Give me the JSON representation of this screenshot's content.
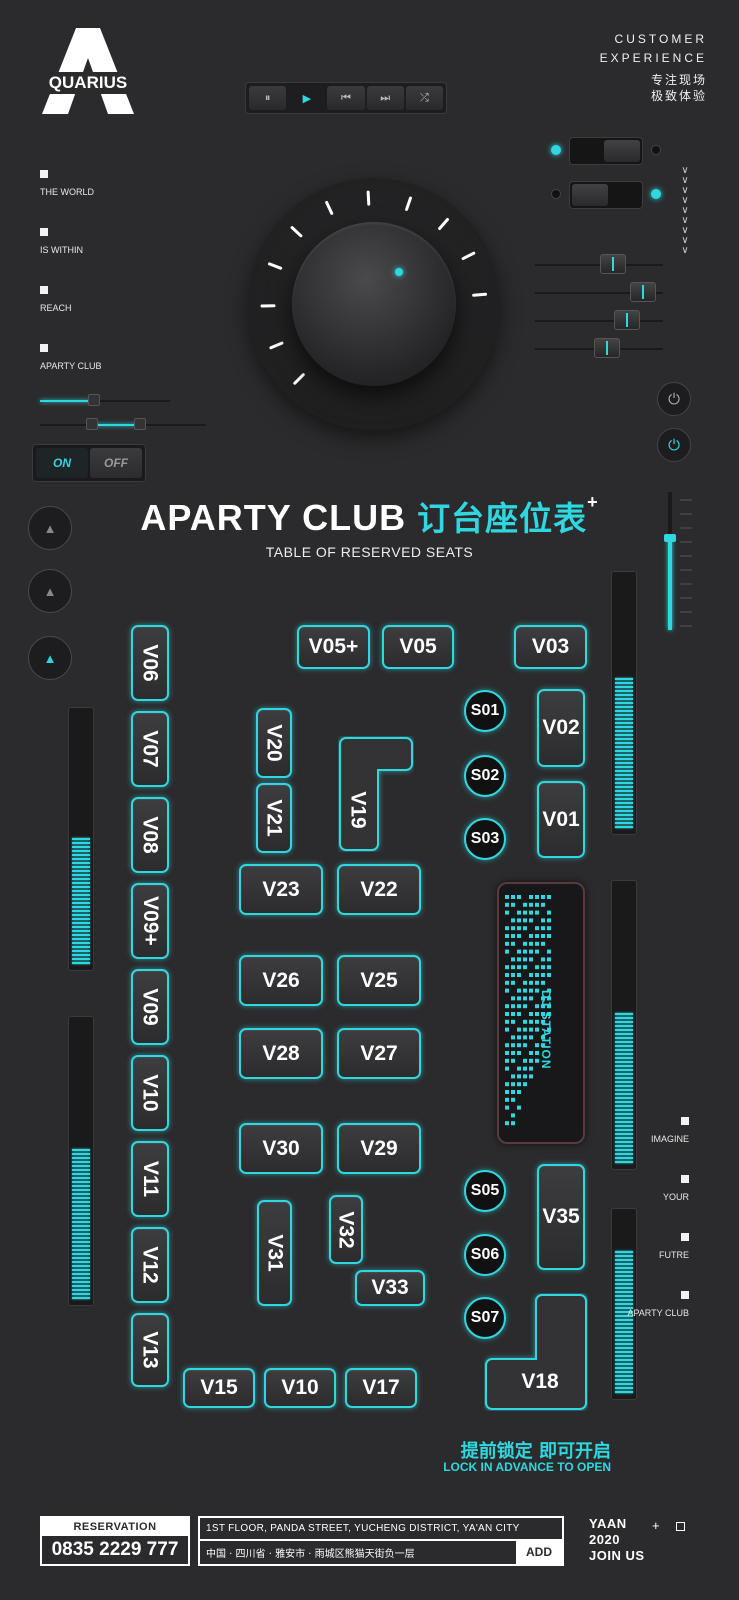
{
  "brand": {
    "logo_letter": "A",
    "logo_word": "QUARIUS"
  },
  "header": {
    "tagline_en_1": "CUSTOMER",
    "tagline_en_2": "EXPERIENCE",
    "tagline_cn_1": "专注现场",
    "tagline_cn_2": "极致体验"
  },
  "transport": [
    "⏸",
    "▶",
    "⏮",
    "⏭",
    "⤮"
  ],
  "left_checklist": [
    "THE WORLD",
    "IS WITHIN",
    "REACH",
    "APARTY CLUB"
  ],
  "onoff": {
    "on": "ON",
    "off": "OFF"
  },
  "title": {
    "en": "APARTY CLUB",
    "cn": "订台座位表",
    "plus": "+",
    "sub": "TABLE OF RESERVED SEATS"
  },
  "seats": {
    "v05p": "V05+",
    "v05": "V05",
    "v03": "V03",
    "v02": "V02",
    "v01": "V01",
    "v06": "V06",
    "v07": "V07",
    "v08": "V08",
    "v09p": "V09+",
    "v09": "V09",
    "v10a": "V10",
    "v11": "V11",
    "v12": "V12",
    "v13": "V13",
    "v20": "V20",
    "v21": "V21",
    "v19": "V19",
    "v23": "V23",
    "v22": "V22",
    "v26": "V26",
    "v25": "V25",
    "v28": "V28",
    "v27": "V27",
    "v30": "V30",
    "v29": "V29",
    "v31": "V31",
    "v32": "V32",
    "v33": "V33",
    "v35": "V35",
    "v18": "V18",
    "v15": "V15",
    "v10b": "V10",
    "v17": "V17"
  },
  "sofas": {
    "s01": "S01",
    "s02": "S02",
    "s03": "S03",
    "s05": "S05",
    "s06": "S06",
    "s07": "S07"
  },
  "dj": {
    "label": "DJ STATION"
  },
  "right_checklist": [
    "IMAGINE",
    "YOUR",
    "FUTRE",
    "APARTY CLUB"
  ],
  "lock": {
    "cn": "提前锁定 即可开启",
    "en": "LOCK IN ADVANCE TO OPEN"
  },
  "footer": {
    "reservation_label": "RESERVATION",
    "phone": "0835 2229 777",
    "address_en": "1ST FLOOR, PANDA STREET, YUCHENG DISTRICT, YA'AN CITY",
    "address_cn": "中国 · 四川省 · 雅安市 · 雨城区熊猫天街负一层",
    "add_label": "ADD",
    "city": "YAAN",
    "year": "2020",
    "join": "JOIN US",
    "plus": "+"
  },
  "colors": {
    "accent": "#2fd8e0",
    "bg": "#2b2b2d"
  },
  "icons": [
    "pause-icon",
    "play-icon",
    "prev-icon",
    "next-icon",
    "shuffle-icon",
    "power-icon",
    "lamp-icon",
    "chevron-down-icon"
  ]
}
